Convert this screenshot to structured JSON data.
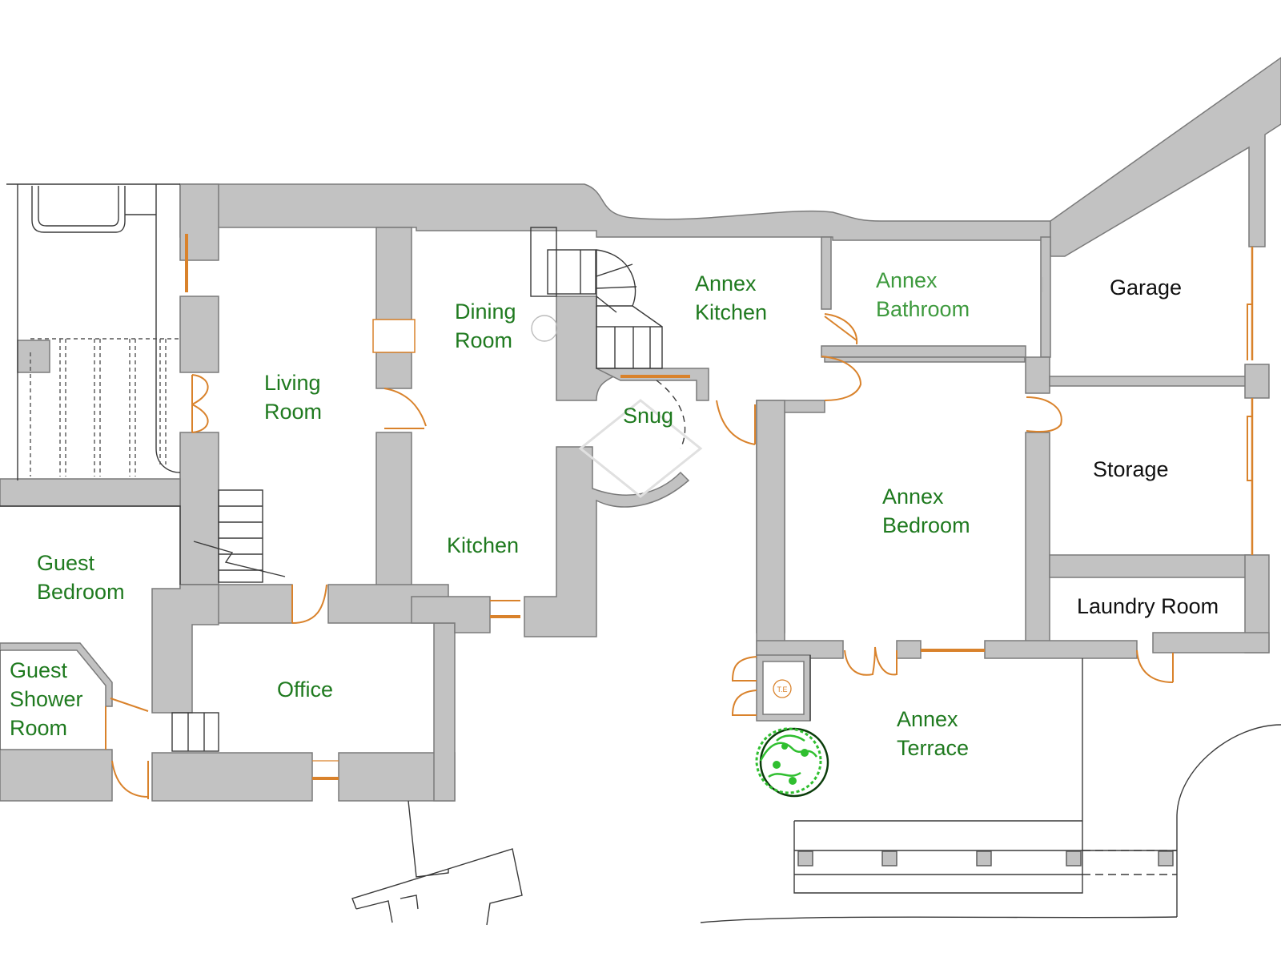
{
  "colors": {
    "wall": "#c2c2c2",
    "wall_edge": "#7a7a7a",
    "line": "#3a3a3a",
    "door": "#d9822b",
    "label_green": "#1f7a1f",
    "label_light_green": "#3e9a3e",
    "label_black": "#111111",
    "tree": "#2fbf2f",
    "watermark": "#d8d8d8"
  },
  "rooms": {
    "living_room": [
      "Living",
      "Room"
    ],
    "dining_room": [
      "Dining",
      "Room"
    ],
    "kitchen": "Kitchen",
    "snug": "Snug",
    "annex_kitchen": [
      "Annex",
      "Kitchen"
    ],
    "annex_bathroom": [
      "Annex",
      "Bathroom"
    ],
    "garage": "Garage",
    "storage": "Storage",
    "annex_bedroom": [
      "Annex",
      "Bedroom"
    ],
    "laundry_room": "Laundry Room",
    "guest_bedroom": [
      "Guest",
      "Bedroom"
    ],
    "guest_shower_room": [
      "Guest",
      "Shower",
      "Room"
    ],
    "office": "Office",
    "annex_terrace": [
      "Annex",
      "Terrace"
    ]
  },
  "fixtures": {
    "te_label": "T.E"
  }
}
